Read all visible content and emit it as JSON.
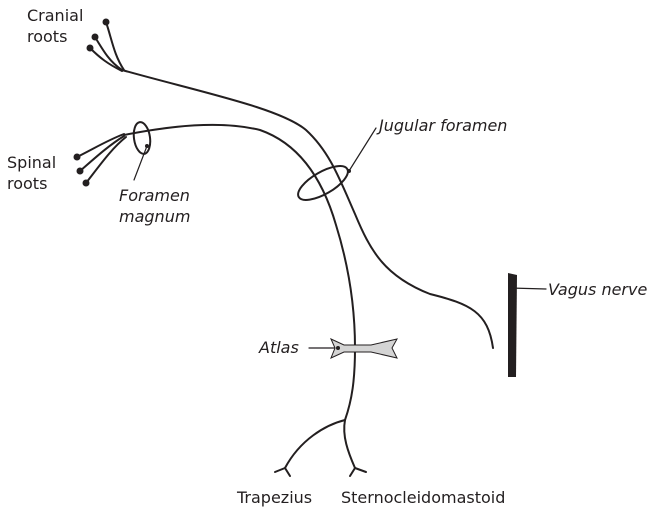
{
  "diagram": {
    "labels": {
      "cranial_roots": [
        "Cranial",
        "roots"
      ],
      "spinal_roots": [
        "Spinal",
        "roots"
      ],
      "foramen_magnum": [
        "Foramen",
        "magnum"
      ],
      "jugular_foramen": "Jugular foramen",
      "vagus_nerve": "Vagus nerve",
      "atlas": "Atlas",
      "trapezius": "Trapezius",
      "sternocleidomastoid": "Sternocleidomastoid"
    },
    "colors": {
      "stroke": "#231f20",
      "atlas_fill": "#d4d4d4",
      "background": "#ffffff"
    }
  }
}
